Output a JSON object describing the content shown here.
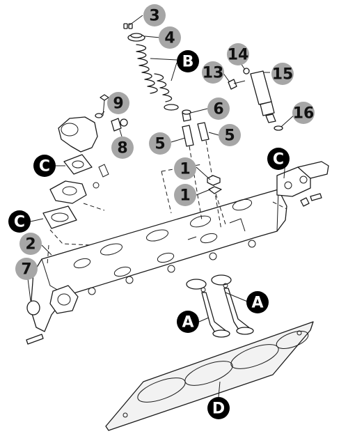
{
  "colors": {
    "number_callout_fill": "#a6a6a6",
    "number_callout_text": "#111111",
    "letter_callout_fill": "#000000",
    "letter_callout_text": "#ffffff",
    "line": "#1a1a1a"
  },
  "callouts": {
    "c3": "3",
    "c4": "4",
    "cB": "B",
    "c14": "14",
    "c13": "13",
    "c15": "15",
    "c9": "9",
    "c6": "6",
    "c16": "16",
    "c8": "8",
    "c5a": "5",
    "c5b": "5",
    "cC1": "C",
    "cC2": "C",
    "c1a": "1",
    "c1b": "1",
    "cC3": "C",
    "c2": "2",
    "c7": "7",
    "cA1": "A",
    "cA2": "A",
    "cD": "D"
  }
}
